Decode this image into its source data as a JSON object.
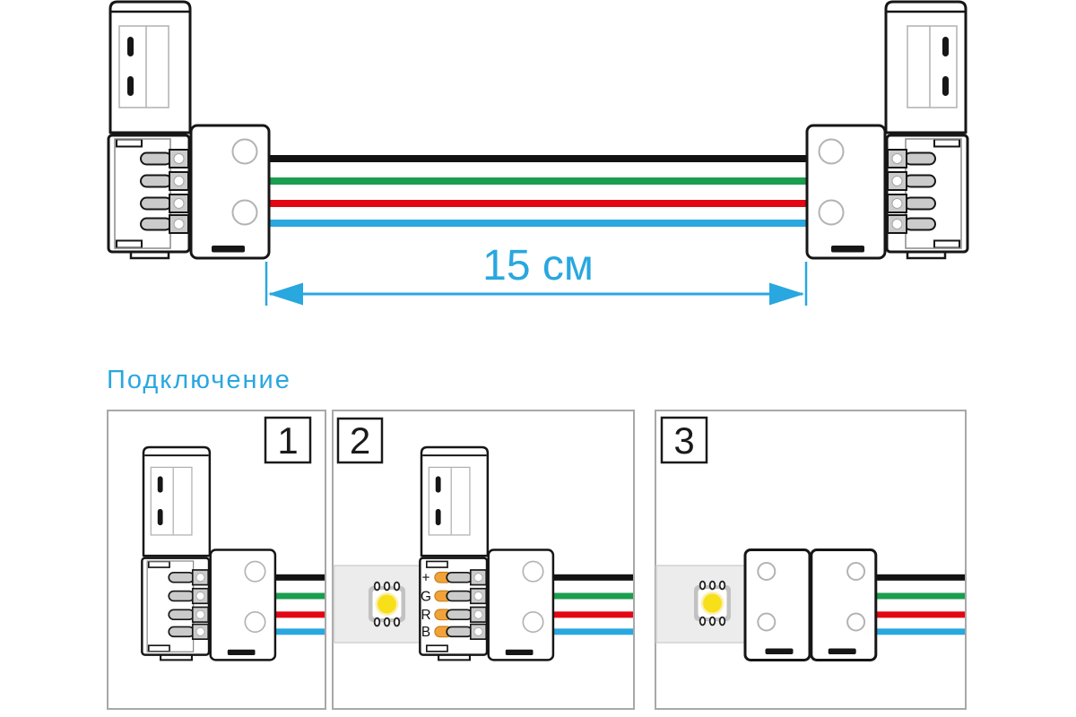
{
  "figure": {
    "dimension_label": "15 см",
    "section_title": "Подключение",
    "steps": [
      "1",
      "2",
      "3"
    ],
    "pad_labels": [
      "+",
      "G",
      "R",
      "B"
    ]
  },
  "colors": {
    "accent": "#29a7df",
    "wire_black": "#121212",
    "wire_green": "#1b9e4f",
    "wire_red": "#e30613",
    "wire_blue": "#29a7df",
    "pad_fill": "#f1a33a",
    "pad_stroke": "#c9821d",
    "led_yellow": "#f7e01a",
    "led_ring": "#faf0b4",
    "panel_border": "#a8a8a8"
  }
}
